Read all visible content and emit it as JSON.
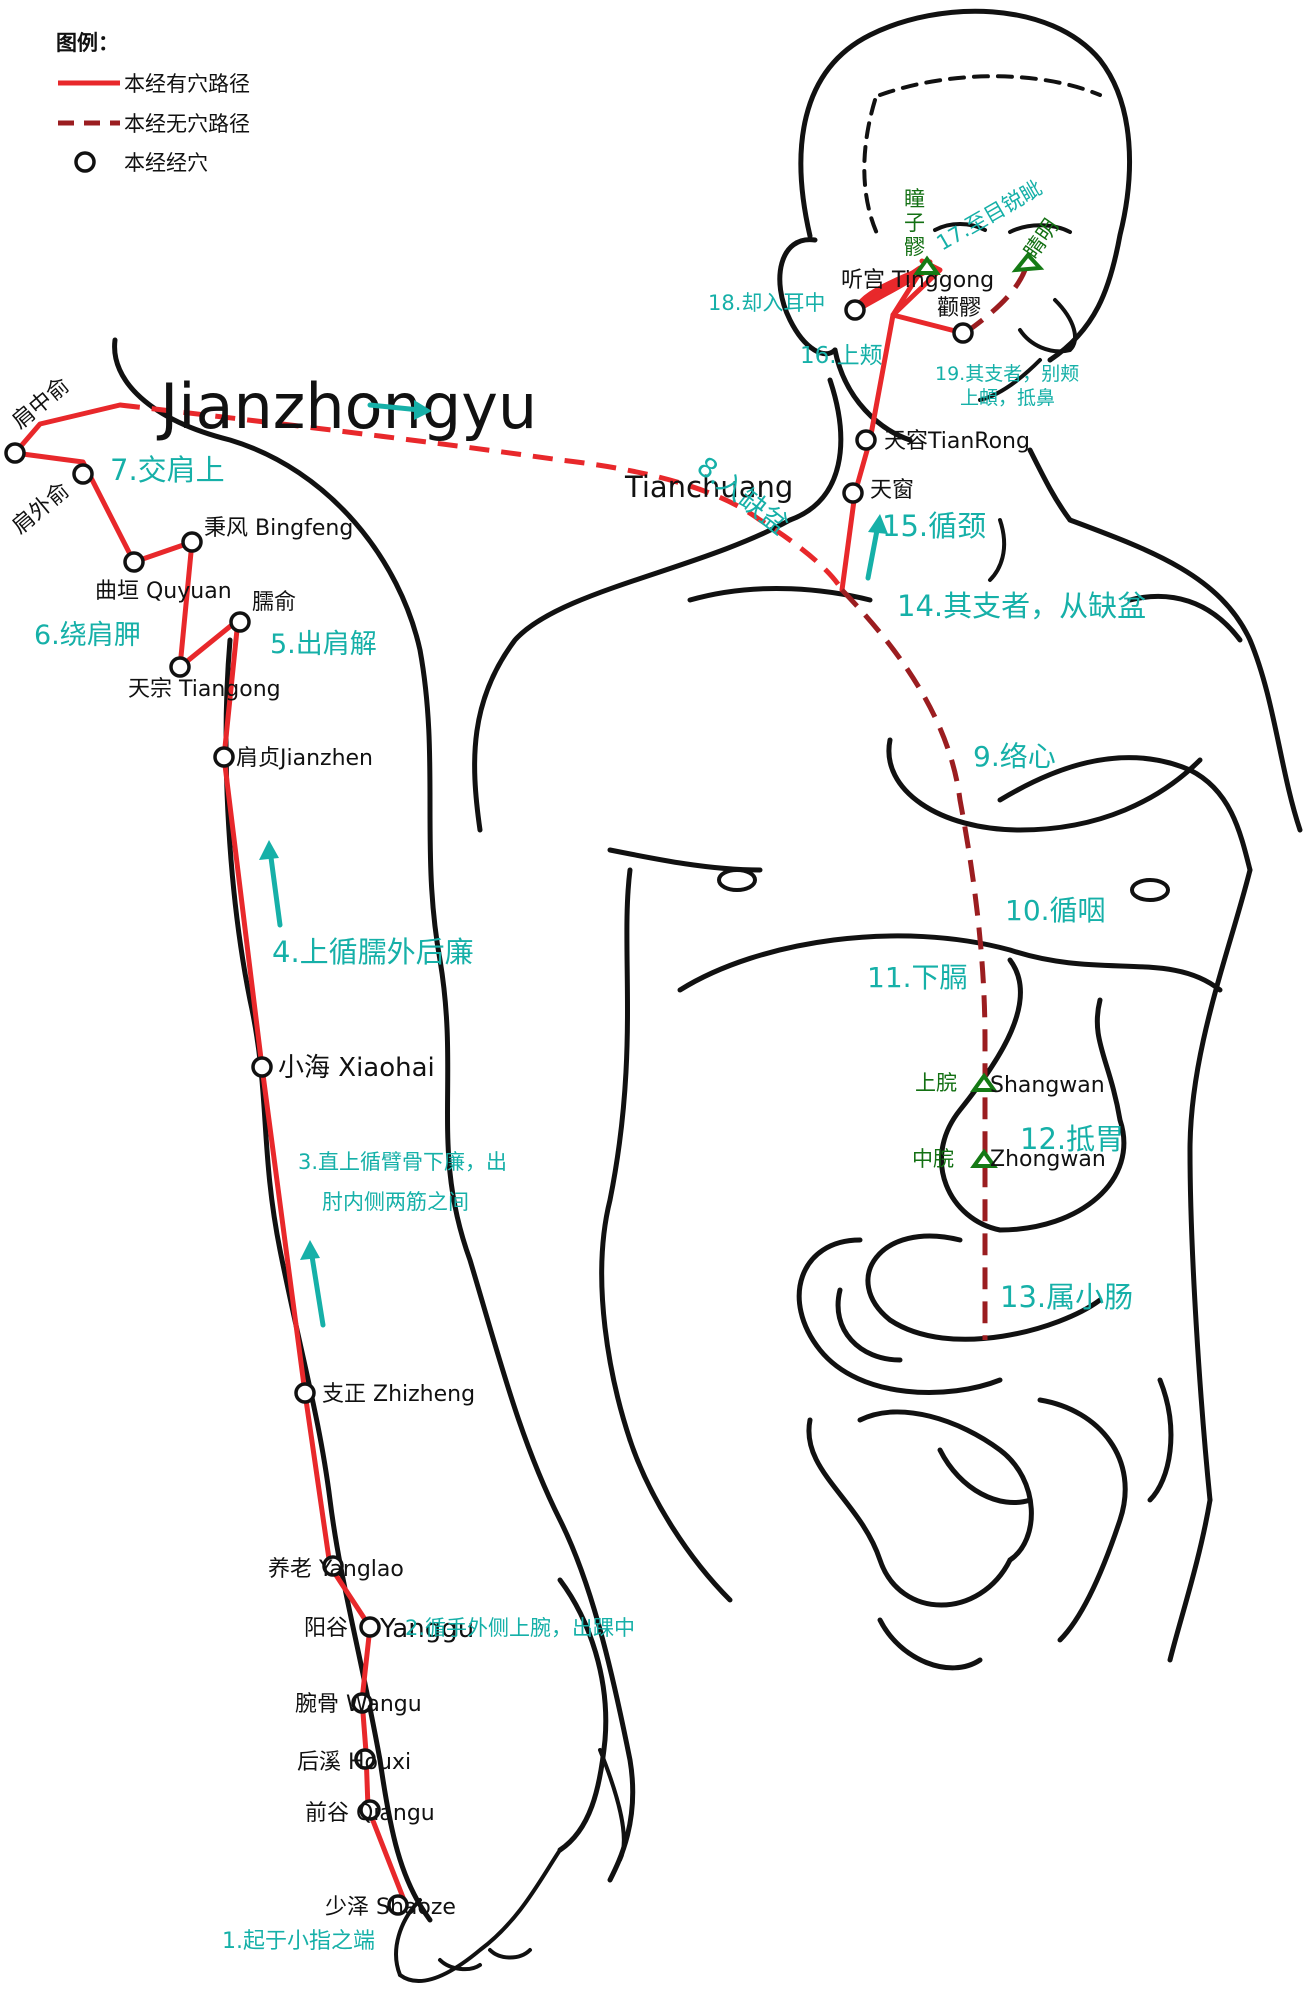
{
  "legend": {
    "title": "图例：",
    "items": [
      {
        "label": "本经有穴路径",
        "kind": "solid",
        "color": "#e8282b"
      },
      {
        "label": "本经无穴路径",
        "kind": "dashed",
        "color": "#9b1d20"
      },
      {
        "label": "本经经穴",
        "kind": "circle",
        "color": "#111111"
      }
    ]
  },
  "colors": {
    "route": "#e8282b",
    "inner_route": "#9b1d20",
    "step_text": "#16b0a8",
    "other_point": "#137013",
    "outline": "#111111"
  },
  "big_labels": {
    "jianzhongyu": "Jianzhongyu",
    "tianchuang": "Tianchuang"
  },
  "points": {
    "jianzhongshu": "肩中俞",
    "jianwaishu": "肩外俞",
    "bingfeng": "秉风  Bingfeng",
    "quyuan": "曲垣  Quyuan",
    "naoshu": "臑俞",
    "tianzong": "天宗  Tiangong",
    "jianzhen": "肩贞Jianzhen",
    "xiaohai": "小海 Xiaohai",
    "zhizheng": "支正  Zhizheng",
    "yanglao": "养老  Yanglao",
    "yanggu_cn": "阳谷",
    "yanggu_en": "Yanggu",
    "wangu": "腕骨  Wangu",
    "houxi": "后溪  Houxi",
    "qiangu": "前谷  Qiangu",
    "shaoze": "少泽  Shaoze",
    "tingong": "听宫   Tinggong",
    "quanliao": "颧髎",
    "tianrong": "天容TianRong",
    "tianchuang_cn": "天窗"
  },
  "other_points": {
    "tongziliao_1": "瞳",
    "tongziliao_2": "子",
    "tongziliao_3": "髎",
    "jingming": "睛明",
    "shangwan_cn": "上脘",
    "shangwan_en": "Shangwan",
    "zhongwan_cn": "中脘",
    "zhongwan_en": "Zhongwan"
  },
  "steps": {
    "s1": "1.起于小指之端",
    "s2": "2.循手外侧上腕，出踝中",
    "s3a": "3.直上循臂骨下廉，出",
    "s3b": "肘内侧两筋之间",
    "s4": "4.上循臑外后廉",
    "s5": "5.出肩解",
    "s6": "6.绕肩胛",
    "s7": "7.交肩上",
    "s8": "8.入缺盆",
    "s9": "9.络心",
    "s10": "10.循咽",
    "s11": "11.下膈",
    "s12": "12.抵胃",
    "s13": "13.属小肠",
    "s14": "14.其支者，从缺盆",
    "s15": "15.循颈",
    "s16": "16.上颊",
    "s17": "17.至目锐眦",
    "s18": "18.却入耳中",
    "s19a": "19.其支者，别颊",
    "s19b": "上頔，抵鼻"
  }
}
